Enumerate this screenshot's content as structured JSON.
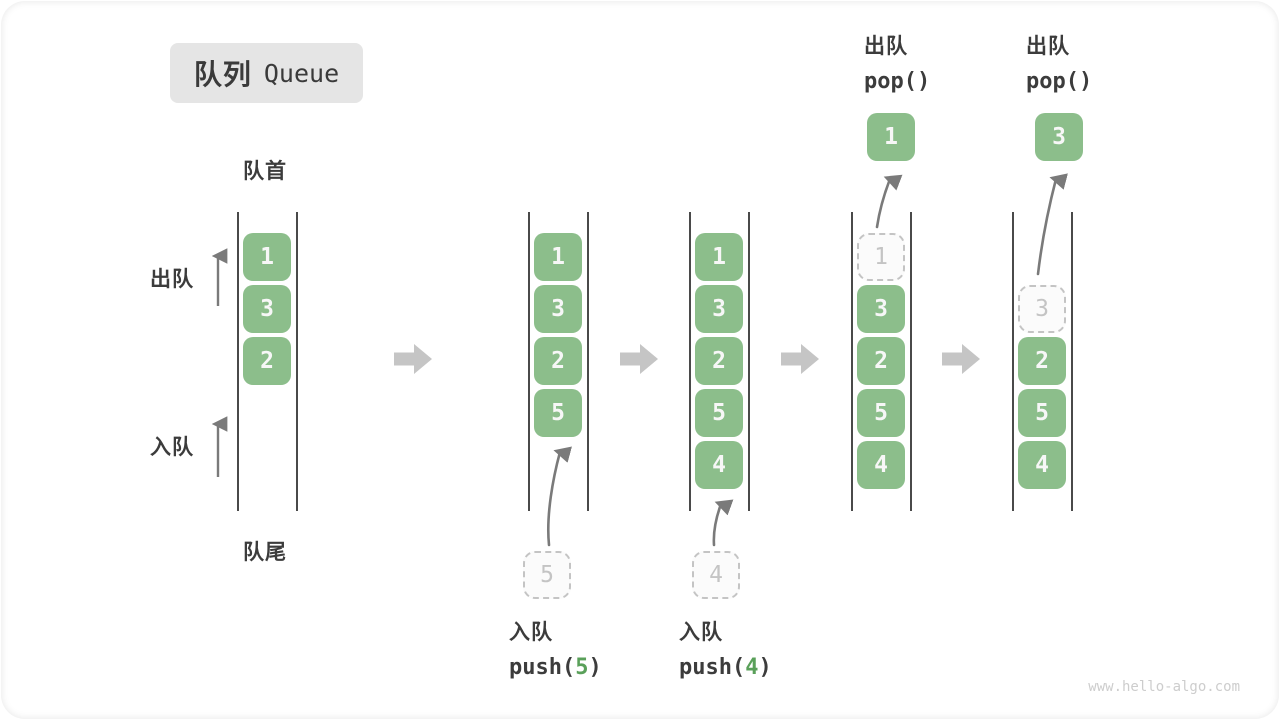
{
  "title": {
    "zh": "队列",
    "en": "Queue"
  },
  "side_labels": {
    "front": "队首",
    "rear": "队尾",
    "dequeue": "出队",
    "enqueue": "入队"
  },
  "states": [
    {
      "cells": [
        "1",
        "3",
        "2"
      ]
    },
    {
      "cells": [
        "1",
        "3",
        "2",
        "5"
      ]
    },
    {
      "cells": [
        "1",
        "3",
        "2",
        "5",
        "4"
      ]
    },
    {
      "popped": "1",
      "ghost": "1",
      "cells": [
        "3",
        "2",
        "5",
        "4"
      ]
    },
    {
      "popped": "3",
      "ghost": "3",
      "cells": [
        "2",
        "5",
        "4"
      ]
    }
  ],
  "staged_items": {
    "five": "5",
    "four": "4"
  },
  "operations": {
    "push5": {
      "label": "入队",
      "fn": "push(",
      "arg": "5",
      "close": ")"
    },
    "push4": {
      "label": "入队",
      "fn": "push(",
      "arg": "4",
      "close": ")"
    },
    "pop1": {
      "label": "出队",
      "code": "pop()"
    },
    "pop2": {
      "label": "出队",
      "code": "pop()"
    }
  },
  "watermark": "www.hello-algo.com",
  "colors": {
    "cell_green": "#8cbe8b",
    "arg_green": "#5aa05a",
    "block_arrow_gray": "#c5c5c5",
    "thin_arrow_gray": "#7a7a7a",
    "rail_line": "#4a4a4a",
    "ghost_gray": "#c4c4c4",
    "text_dark": "#3c3c3c",
    "title_chip_bg": "#e5e5e5",
    "watermark_gray": "#cdcdcd"
  }
}
